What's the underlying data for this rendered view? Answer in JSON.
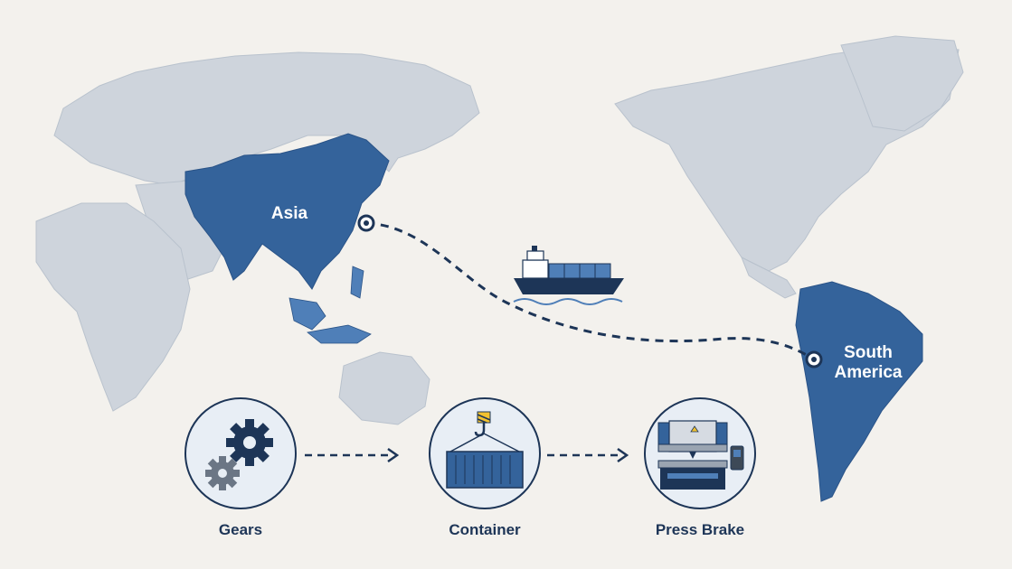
{
  "map": {
    "regions": {
      "origin": "Asia",
      "destination_line1": "South",
      "destination_line2": "America"
    },
    "route": {
      "style": "dashed",
      "color": "#1d3557",
      "vehicle": "container-ship-icon"
    }
  },
  "process": {
    "steps": [
      {
        "label": "Gears",
        "icon": "gears-icon"
      },
      {
        "label": "Container",
        "icon": "container-icon"
      },
      {
        "label": "Press Brake",
        "icon": "press-brake-icon"
      }
    ]
  },
  "colors": {
    "background": "#f3f1ed",
    "land": "#ced4dc",
    "highlight": "#34639b",
    "accent": "#1d3557"
  }
}
